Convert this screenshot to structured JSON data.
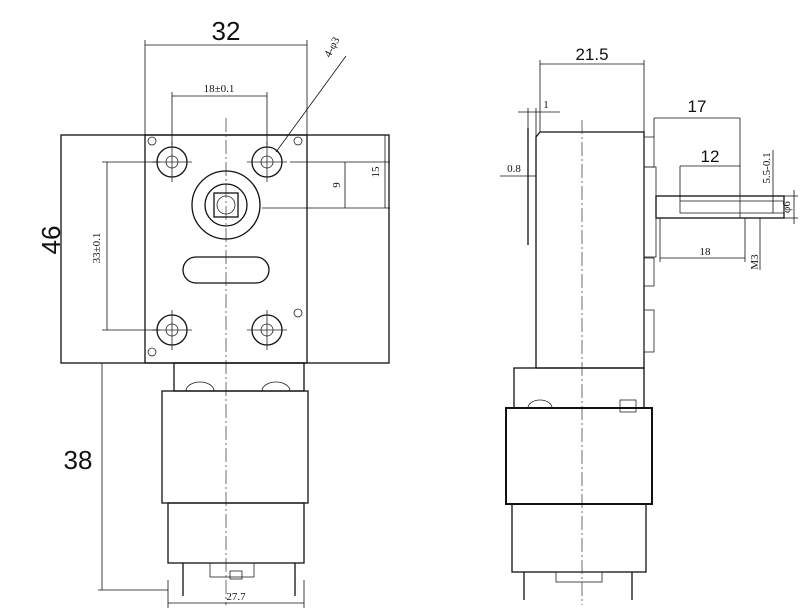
{
  "front_view": {
    "width_dim": "32",
    "height_dim": "46",
    "motor_length_dim": "38",
    "hole_spacing_horizontal": "18±0.1",
    "hole_spacing_vertical": "33±0.1",
    "hole_callout": "4-φ3",
    "shaft_offset": "9",
    "shaft_offset_2": "15",
    "motor_width_dim": "27.7"
  },
  "side_view": {
    "body_depth_dim": "21.5",
    "offset_1": "1",
    "plate_thickness": "0.8",
    "shaft_total": "17",
    "shaft_flat_length": "12",
    "flat_depth": "5.5-0.1",
    "shaft_diameter": "φ6",
    "thread_length": "18",
    "thread_size": "M3"
  }
}
